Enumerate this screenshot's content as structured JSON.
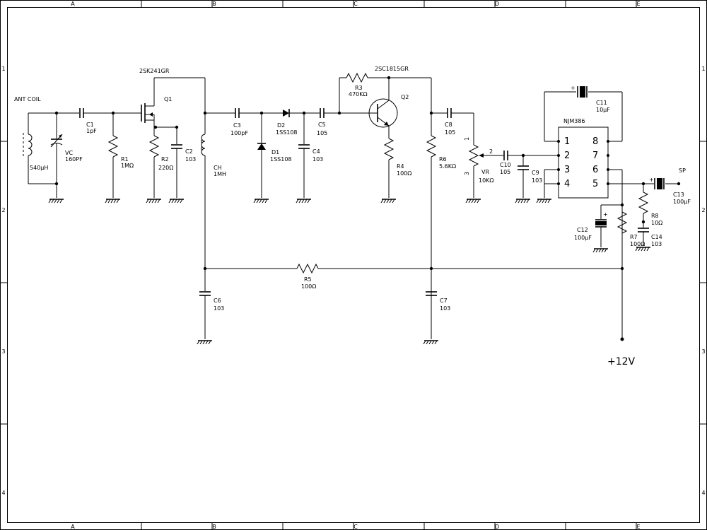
{
  "frame": {
    "columns": [
      "A",
      "B",
      "C",
      "D",
      "E"
    ],
    "rows": [
      "1",
      "2",
      "3",
      "4"
    ]
  },
  "components": {
    "ant_coil": "ANT COIL",
    "l_ant": "540μH",
    "vc_name": "VC",
    "vc_val": "160PF",
    "c1_name": "C1",
    "c1_val": "1pF",
    "r1_name": "R1",
    "r1_val": "1MΩ",
    "q1_part": "2SK241GR",
    "q1_name": "Q1",
    "r2_name": "R2",
    "r2_val": "220Ω",
    "c2_name": "C2",
    "c2_val": "103",
    "ch_name": "CH",
    "ch_val": "1MH",
    "c3_name": "C3",
    "c3_val": "100pF",
    "d1_name": "D1",
    "d1_val": "1SS108",
    "d2_name": "D2",
    "d2_val": "1SS108",
    "c4_name": "C4",
    "c4_val": "103",
    "c5_name": "C5",
    "c5_val": "105",
    "r3_name": "R3",
    "r3_val": "470KΩ",
    "q2_part": "2SC1815GR",
    "q2_name": "Q2",
    "r4_name": "R4",
    "r4_val": "100Ω",
    "r6_name": "R6",
    "r6_val": "5.6KΩ",
    "c8_name": "C8",
    "c8_val": "105",
    "vr_name": "VR",
    "vr_val": "10KΩ",
    "vr_p1": "1",
    "vr_p2": "2",
    "vr_p3": "3",
    "c10_name": "C10",
    "c10_val": "105",
    "c9_name": "C9",
    "c9_val": "103",
    "ic_part": "NJM386",
    "ic_pins": [
      "1",
      "2",
      "3",
      "4",
      "8",
      "7",
      "6",
      "5"
    ],
    "c11_name": "C11",
    "c11_val": "10μF",
    "c12_name": "C12",
    "c12_val": "100μF",
    "r7_name": "R7",
    "r7_val": "100Ω",
    "r8_name": "R8",
    "r8_val": "10Ω",
    "c14_name": "C14",
    "c14_val": "103",
    "c13_name": "C13",
    "c13_val": "100μF",
    "sp": "SP",
    "r5_name": "R5",
    "r5_val": "100Ω",
    "c6_name": "C6",
    "c6_val": "103",
    "c7_name": "C7",
    "c7_val": "103",
    "plus": "+",
    "supply": "+12V"
  }
}
